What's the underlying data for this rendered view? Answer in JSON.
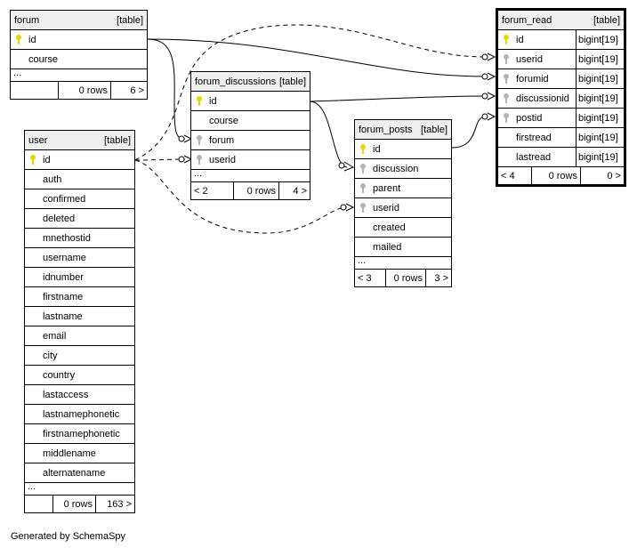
{
  "tables": {
    "forum": {
      "name": "forum",
      "tag": "[table]",
      "columns": [
        "id",
        "course"
      ],
      "ellipsis": "...",
      "footer": {
        "left": "",
        "rows": "0 rows",
        "right": "6 >"
      }
    },
    "forum_discussions": {
      "name": "forum_discussions",
      "tag": "[table]",
      "columns": [
        "id",
        "course",
        "forum",
        "userid"
      ],
      "ellipsis": "...",
      "footer": {
        "left": "< 2",
        "rows": "0 rows",
        "right": "4 >"
      }
    },
    "forum_posts": {
      "name": "forum_posts",
      "tag": "[table]",
      "columns": [
        "id",
        "discussion",
        "parent",
        "userid",
        "created",
        "mailed"
      ],
      "ellipsis": "...",
      "footer": {
        "left": "< 3",
        "rows": "0 rows",
        "right": "3 >"
      }
    },
    "forum_read": {
      "name": "forum_read",
      "tag": "[table]",
      "columns": [
        {
          "name": "id",
          "type": "bigint[19]"
        },
        {
          "name": "userid",
          "type": "bigint[19]"
        },
        {
          "name": "forumid",
          "type": "bigint[19]"
        },
        {
          "name": "discussionid",
          "type": "bigint[19]"
        },
        {
          "name": "postid",
          "type": "bigint[19]"
        },
        {
          "name": "firstread",
          "type": "bigint[19]"
        },
        {
          "name": "lastread",
          "type": "bigint[19]"
        }
      ],
      "footer": {
        "left": "< 4",
        "rows": "0 rows",
        "right": "0 >"
      }
    },
    "user": {
      "name": "user",
      "tag": "[table]",
      "columns": [
        "id",
        "auth",
        "confirmed",
        "deleted",
        "mnethostid",
        "username",
        "idnumber",
        "firstname",
        "lastname",
        "email",
        "city",
        "country",
        "lastaccess",
        "lastnamephonetic",
        "firstnamephonetic",
        "middlename",
        "alternatename"
      ],
      "ellipsis": "...",
      "footer": {
        "left": "",
        "rows": "0 rows",
        "right": "163 >"
      }
    }
  },
  "colors": {
    "primary_key": "#e8d400",
    "foreign_key": "#b4b4b4",
    "header_bg": "#efefef"
  },
  "generated_by": "Generated by SchemaSpy"
}
